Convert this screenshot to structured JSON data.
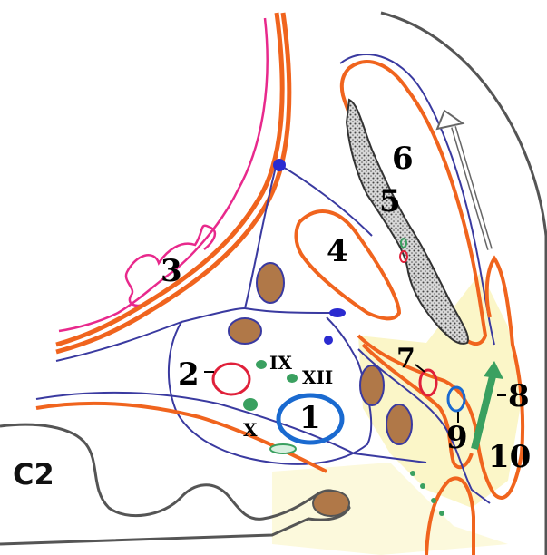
{
  "labels": {
    "l1": "1",
    "l2": "2",
    "l3": "3",
    "l4": "4",
    "l5": "5",
    "l6": "6",
    "l7": "7",
    "l8": "8",
    "l9": "9",
    "l10": "10",
    "ix": "IX",
    "x": "X",
    "xii": "XII",
    "c2": "C2"
  },
  "colors": {
    "fascia_orange": "#f0641e",
    "outline_blue": "#3a3aa0",
    "gland_pink": "#e8298c",
    "nerve_green": "#3aa060",
    "muscle_brown": "#b07848",
    "vessel_red": "#e0203a",
    "vessel_blue": "#1a6ad0",
    "bone_grey": "#606060",
    "yellow_tissue": "#fbf6c8"
  }
}
